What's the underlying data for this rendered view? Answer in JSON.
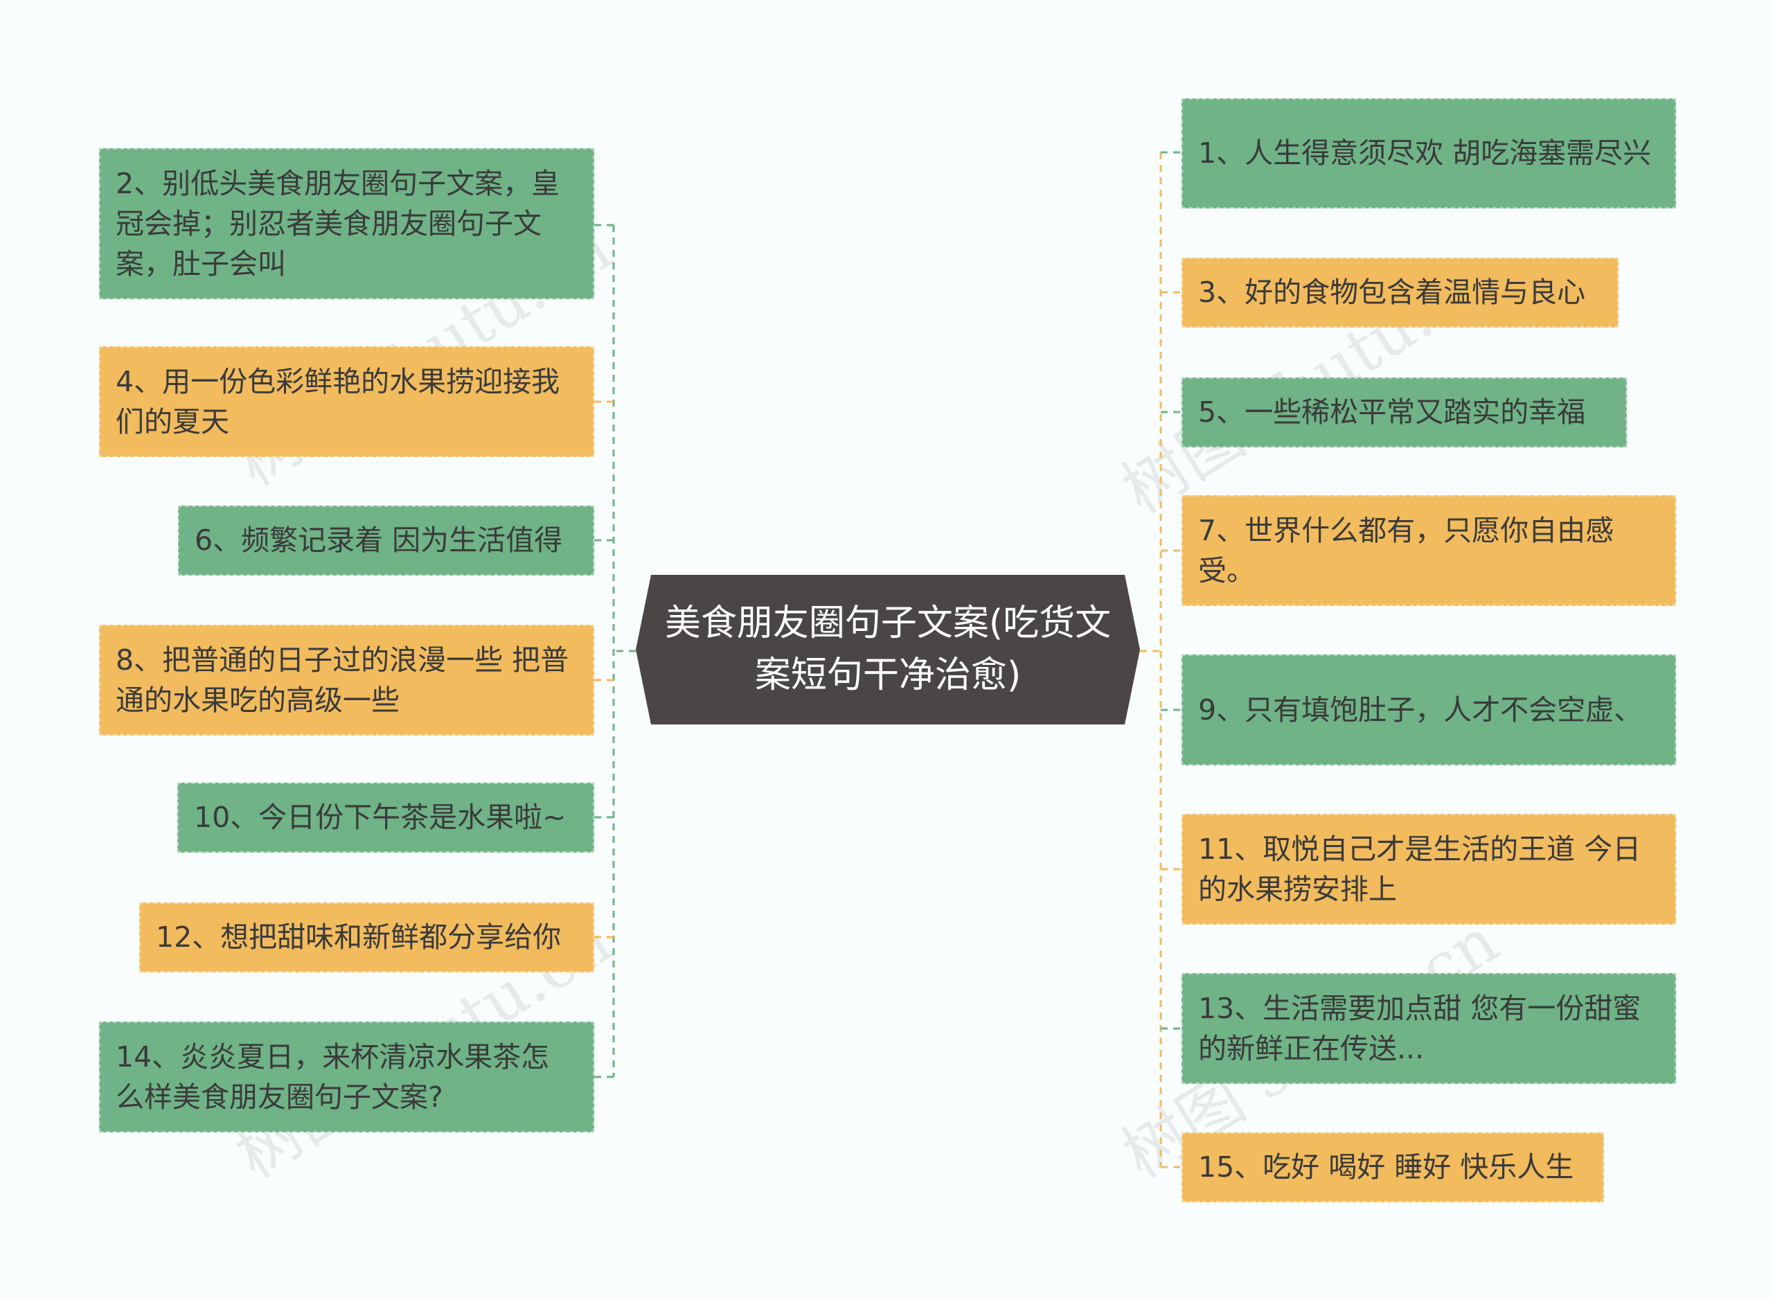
{
  "root": {
    "title": "美食朋友圈句子文案(吃货文案短句干净治愈)"
  },
  "colors": {
    "green": "#6fb386",
    "orange": "#f1bb5e",
    "root": "#4a4646",
    "green_line": "#6fb386",
    "orange_line": "#f1bb5e"
  },
  "left_nodes": [
    {
      "text": "2、别低头美食朋友圈句子文案，皇冠会掉；别忍者美食朋友圈句子文案，肚子会叫",
      "color": "green"
    },
    {
      "text": "4、用一份色彩鲜艳的水果捞迎接我们的夏天",
      "color": "orange"
    },
    {
      "text": "6、频繁记录着 因为生活值得",
      "color": "green"
    },
    {
      "text": "8、把普通的日子过的浪漫一些 把普通的水果吃的高级一些",
      "color": "orange"
    },
    {
      "text": "10、今日份下午茶是水果啦~",
      "color": "green"
    },
    {
      "text": "12、想把甜味和新鲜都分享给你",
      "color": "orange"
    },
    {
      "text": "14、炎炎夏日，来杯清凉水果茶怎么样美食朋友圈句子文案?",
      "color": "green"
    }
  ],
  "right_nodes": [
    {
      "text": "1、人生得意须尽欢 胡吃海塞需尽兴",
      "color": "green"
    },
    {
      "text": "3、好的食物包含着温情与良心",
      "color": "orange"
    },
    {
      "text": "5、一些稀松平常又踏实的幸福",
      "color": "green"
    },
    {
      "text": "7、世界什么都有，只愿你自由感受。",
      "color": "orange"
    },
    {
      "text": "9、只有填饱肚子，人才不会空虚、",
      "color": "green"
    },
    {
      "text": "11、取悦自己才是生活的王道 今日的水果捞安排上",
      "color": "orange"
    },
    {
      "text": "13、生活需要加点甜 您有一份甜蜜的新鲜正在传送...",
      "color": "green"
    },
    {
      "text": "15、吃好 喝好 睡好 快乐人生",
      "color": "orange"
    }
  ],
  "watermark": {
    "text": "树图 shutu.cn"
  }
}
